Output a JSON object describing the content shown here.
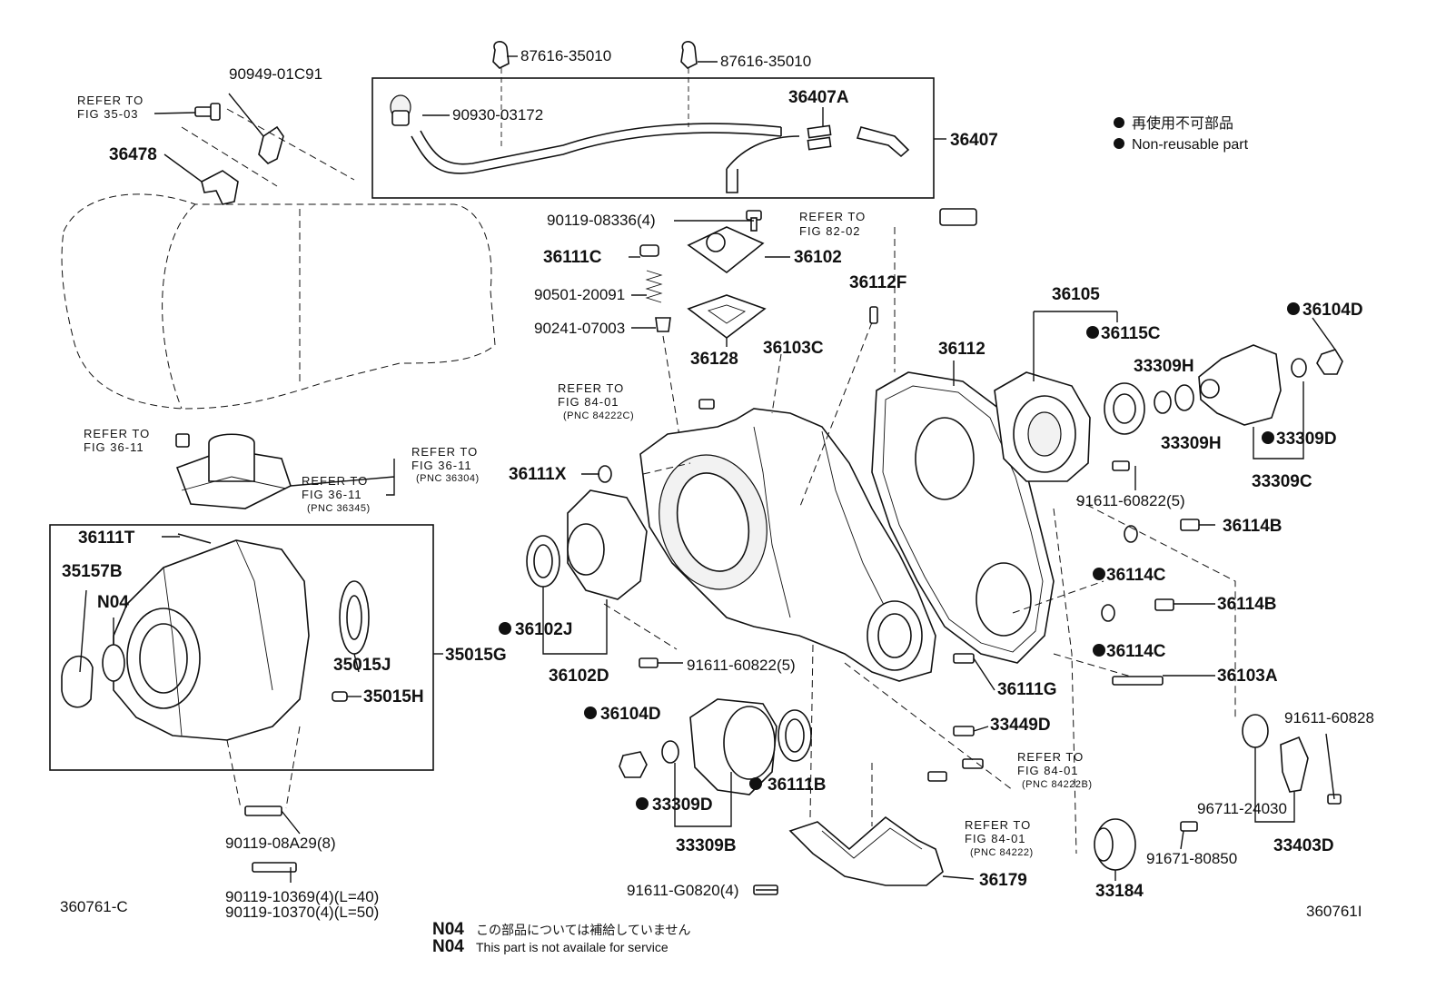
{
  "legend": {
    "jp": "再使用不可部品",
    "en": "Non-reusable part"
  },
  "notes": {
    "code": "N04",
    "jp": "この部品については補給していません",
    "en": "This part is not availale for service"
  },
  "corner_codes": {
    "left": "360761-C",
    "right": "360761I"
  },
  "refs": {
    "r1a": "REFER TO",
    "r1b": "FIG 35-03",
    "r2a": "REFER TO",
    "r2b": "FIG 82-02",
    "r3a": "REFER TO",
    "r3b": "FIG 84-01",
    "r3c": "(PNC 84222C)",
    "r4a": "REFER TO",
    "r4b": "FIG 36-11",
    "r5a": "REFER TO",
    "r5b": "FIG 36-11",
    "r5c": "(PNC 36304)",
    "r6a": "REFER TO",
    "r6b": "FIG 36-11",
    "r6c": "(PNC 36345)",
    "r7a": "REFER TO",
    "r7b": "FIG 84-01",
    "r7c": "(PNC 84222B)",
    "r8a": "REFER TO",
    "r8b": "FIG 84-01",
    "r8c": "(PNC 84222)"
  },
  "parts": {
    "p87616a": "87616-35010",
    "p87616b": "87616-35010",
    "p90949": "90949-01C91",
    "p90930": "90930-03172",
    "p36407A": "36407A",
    "p36407": "36407",
    "p36478": "36478",
    "p90119_08336": "90119-08336(4)",
    "p36111C": "36111C",
    "p36102": "36102",
    "p90501": "90501-20091",
    "p90241": "90241-07003",
    "p36112F": "36112F",
    "p36128": "36128",
    "p36103C": "36103C",
    "p36105": "36105",
    "p36115C": "36115C",
    "p36104D_tr": "36104D",
    "p36112": "36112",
    "p33309H_a": "33309H",
    "p33309H_b": "33309H",
    "p33309D_r": "33309D",
    "p33309C": "33309C",
    "p91611_60822_a": "91611-60822(5)",
    "p36114B_a": "36114B",
    "p36114C_a": "36114C",
    "p36114B_b": "36114B",
    "p36114C_b": "36114C",
    "p36103A": "36103A",
    "p36111X": "36111X",
    "p36111T": "36111T",
    "p35157B": "35157B",
    "pN04": "N04",
    "p35015J": "35015J",
    "p35015G": "35015G",
    "p35015H": "35015H",
    "p36102J": "36102J",
    "p36102D": "36102D",
    "p91611_60822_b": "91611-60822(5)",
    "p36111G": "36111G",
    "p33449D": "33449D",
    "p36104D_b": "36104D",
    "p33309D_b": "33309D",
    "p33309B": "33309B",
    "p36111B": "36111B",
    "p90119_08A29": "90119-08A29(8)",
    "p90119_10369": "90119-10369(4)(L=40)",
    "p90119_10370": "90119-10370(4)(L=50)",
    "p91611_G0820": "91611-G0820(4)",
    "p36179": "36179",
    "p33184": "33184",
    "p91671": "91671-80850",
    "p96711": "96711-24030",
    "p33403D": "33403D",
    "p91611_60828": "91611-60828"
  }
}
